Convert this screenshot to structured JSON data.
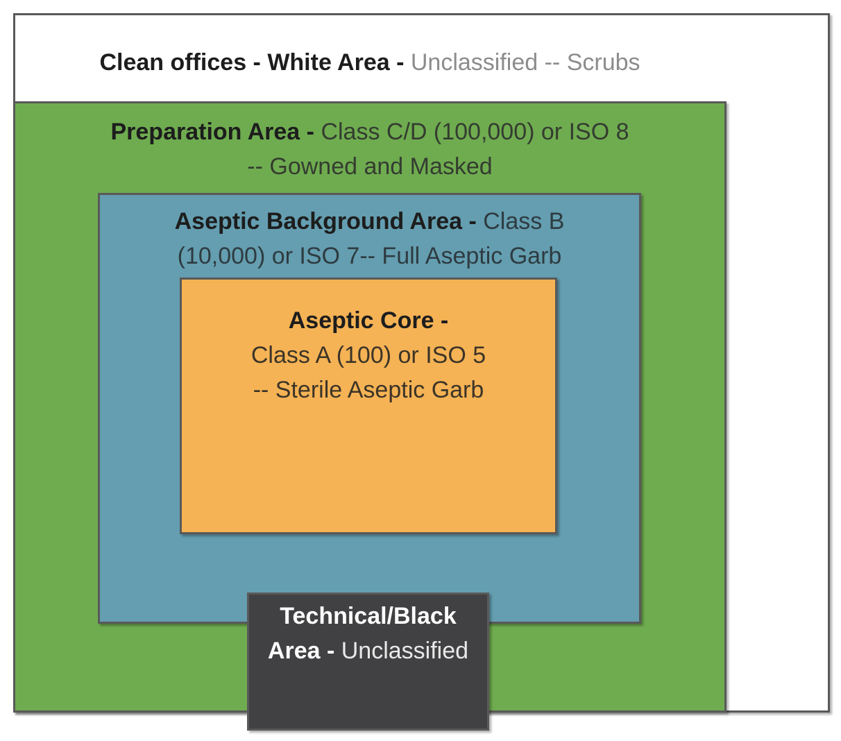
{
  "diagram": {
    "outer": {
      "title_bold": "Clean offices - White Area - ",
      "title_regular": "Unclassified -- Scrubs"
    },
    "preparation": {
      "line1_bold": "Preparation Area - ",
      "line1_regular": "Class C/D (100,000) or ISO 8",
      "line2": "-- Gowned and Masked"
    },
    "aseptic_background": {
      "line1_bold": "Aseptic Background Area - ",
      "line1_regular": "Class B",
      "line2": "(10,000) or ISO 7-- Full Aseptic Garb"
    },
    "aseptic_core": {
      "line1_bold": "Aseptic Core -",
      "line2": "Class A (100) or ISO 5",
      "line3": "-- Sterile Aseptic Garb"
    },
    "technical": {
      "line1_bold": "Technical/Black",
      "line2_bold": "Area - ",
      "line2_regular": "Unclassified"
    },
    "colors": {
      "white": "#FFFFFF",
      "green": "#6FAC50",
      "blue": "#649EB0",
      "orange": "#F5B355",
      "dark": "#414042",
      "border": "#595959"
    }
  }
}
